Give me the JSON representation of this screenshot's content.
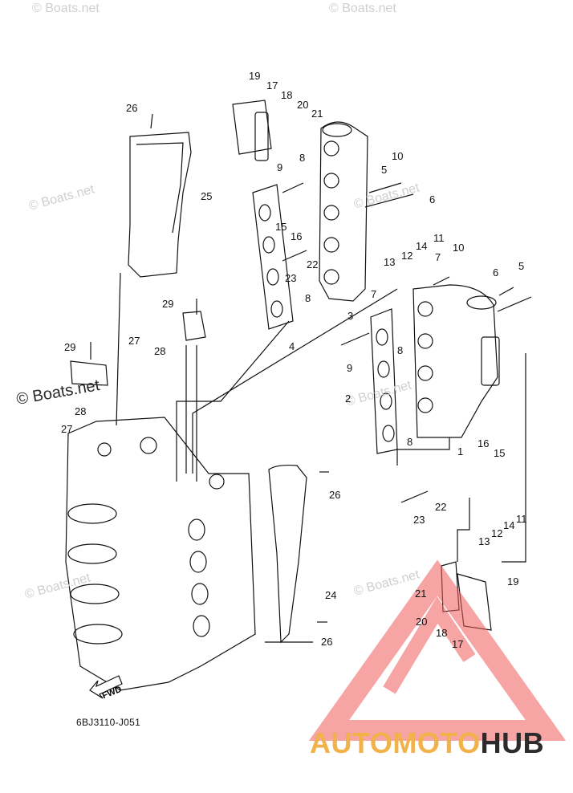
{
  "watermarks": {
    "text": "© Boats.net",
    "prominent_text": "© Boats.net"
  },
  "diagram": {
    "code": "6BJ3110-J051",
    "fwd_label": "FWD",
    "callouts": [
      "1",
      "2",
      "3",
      "4",
      "5",
      "6",
      "7",
      "8",
      "9",
      "10",
      "11",
      "12",
      "13",
      "14",
      "15",
      "16",
      "17",
      "18",
      "19",
      "20",
      "21",
      "22",
      "23",
      "24",
      "25",
      "26",
      "27",
      "28",
      "29"
    ]
  },
  "brand": {
    "part1": "AUTOMOTO",
    "part2": "HUB",
    "color_primary": "#f2b24a",
    "color_secondary": "#2b2b2b",
    "logo_color": "#f05a5a"
  },
  "colors": {
    "line": "#111111",
    "watermark": "#cfcfcf"
  }
}
